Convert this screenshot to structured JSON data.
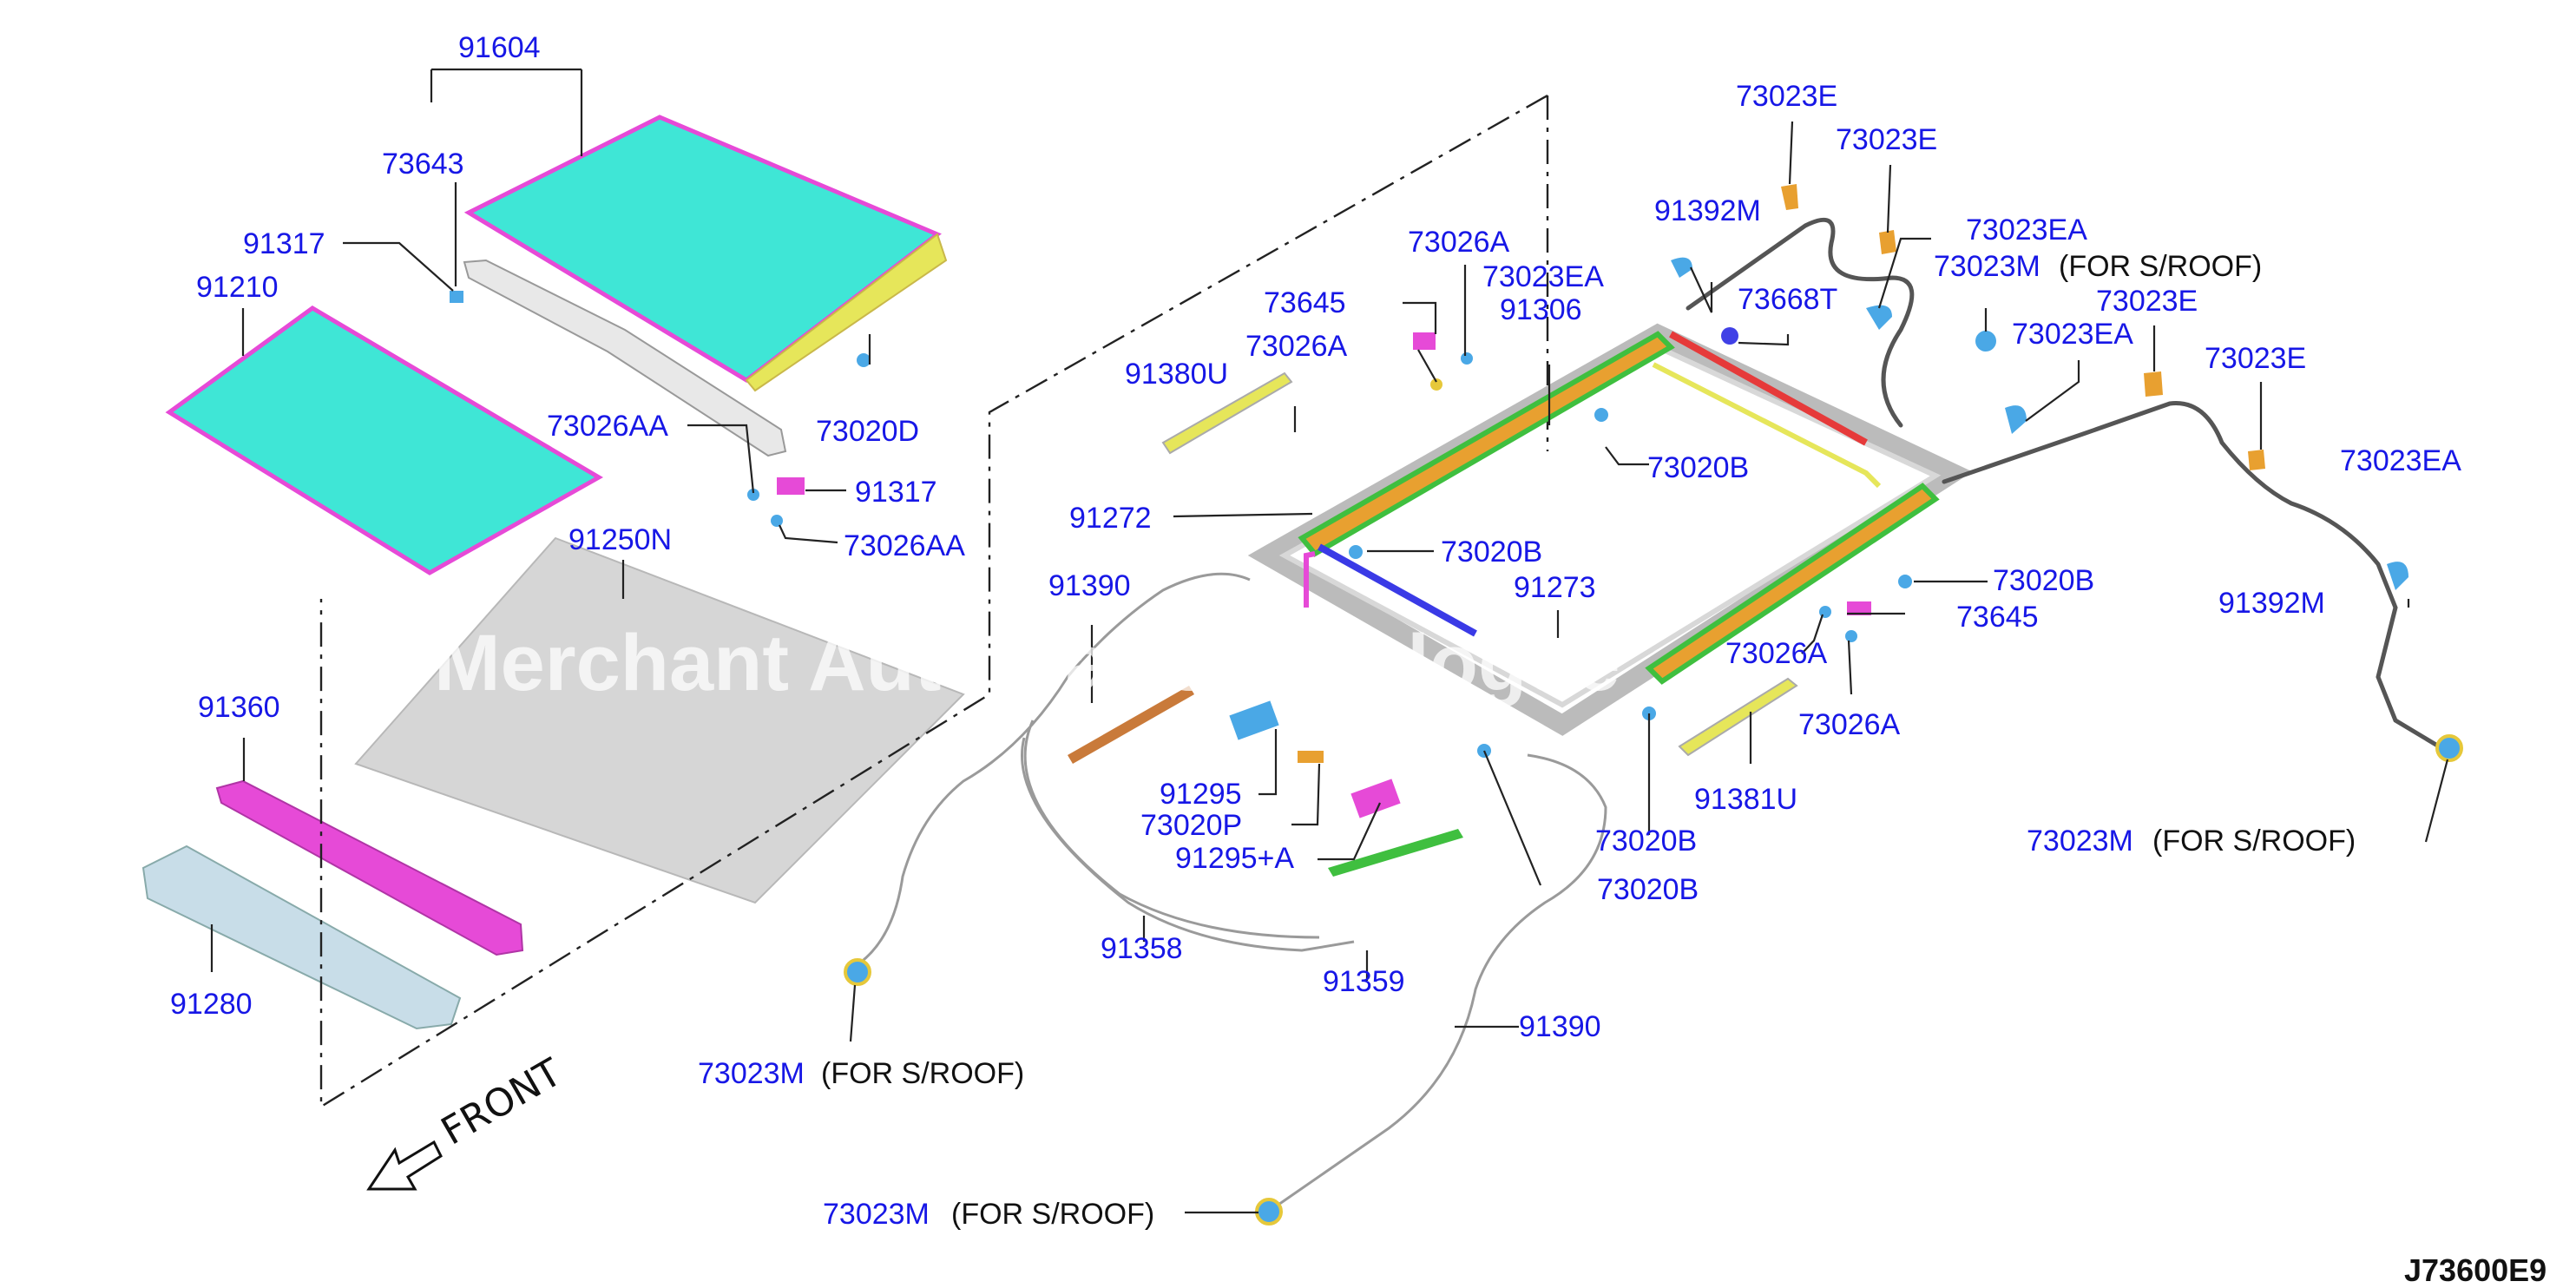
{
  "watermark": "Merchant Auto Parts Catalogue",
  "diagram_code": "J73600E9",
  "front_label": "FRONT",
  "note_for_sroof": "(FOR S/ROOF)",
  "labels": {
    "p91604": "91604",
    "p73643": "73643",
    "p91317a": "91317",
    "p91210": "91210",
    "p73020D": "73020D",
    "p73026AAa": "73026AA",
    "p91317b": "91317",
    "p73026AAb": "73026AA",
    "p91250N": "91250N",
    "p91360": "91360",
    "p91280": "91280",
    "p73023Ea": "73023E",
    "p73023Eb": "73023E",
    "p91392Ma": "91392M",
    "p73023EAa": "73023EA",
    "p73023EAb": "73023EA",
    "p73023Ma": "73023M",
    "p73026Aa": "73026A",
    "p73645a": "73645",
    "p91306": "91306",
    "p73026Ab": "73026A",
    "p73668T": "73668T",
    "p91380U": "91380U",
    "p73023Ec": "73023E",
    "p73023EAc": "73023EA",
    "p73023Ed": "73023E",
    "p73020Ba": "73020B",
    "p91272": "91272",
    "p73020Bb": "73020B",
    "p91273": "91273",
    "p73020Bc": "73020B",
    "p73645b": "73645",
    "p73026Ac": "73026A",
    "p73026Ad": "73026A",
    "p91390a": "91390",
    "p91295": "91295",
    "p73020P": "73020P",
    "p91295A": "91295+A",
    "p91381U": "91381U",
    "p73020Bd": "73020B",
    "p73020Be": "73020B",
    "p91392Mb": "91392M",
    "p73023EAd": "73023EA",
    "p73023Mb": "73023M",
    "p91358": "91358",
    "p91359": "91359",
    "p91390b": "91390",
    "p73023Mc": "73023M",
    "p73023Md": "73023M"
  },
  "colors": {
    "label_blue": "#1717e6",
    "glass_cyan": "#3fe6d6",
    "trim_magenta": "#e64ad7",
    "rail_orange": "#e8a030",
    "rail_green": "#3fbf3f",
    "deflector_yellow": "#e6e65a",
    "clip_blue": "#4aa8e6"
  }
}
